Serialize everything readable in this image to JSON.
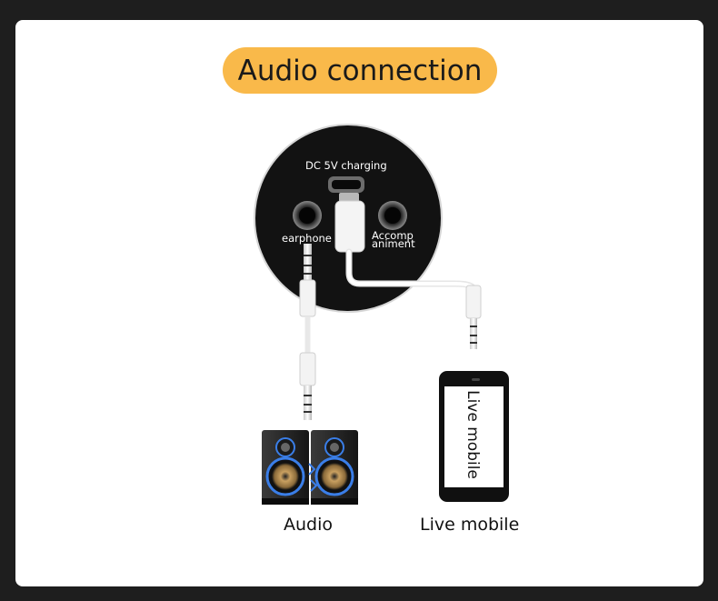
{
  "title": "Audio connection",
  "device": {
    "charging_label": "DC 5V charging",
    "earphone_label": "earphone",
    "accompaniment_label_line1": "Accomp",
    "accompaniment_label_line2": "animent"
  },
  "outputs": {
    "audio_label": "Audio",
    "mobile_label": "Live mobile",
    "phone_screen_text": "Live mobile"
  },
  "colors": {
    "background": "#1e1e1e",
    "card": "#ffffff",
    "title_pill": "#f9b94a",
    "device_body": "#121212",
    "speaker_accent": "#3a7ee8"
  }
}
